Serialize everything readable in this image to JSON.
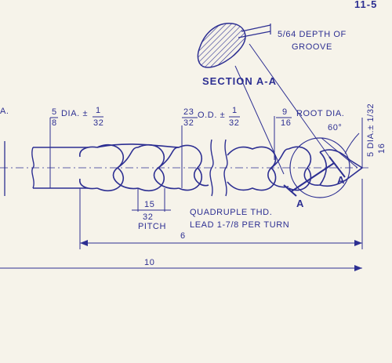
{
  "sheet": {
    "corner_mark": "11-5",
    "ink_color": "#2d2f92",
    "paper_color": "#f6f3ea"
  },
  "section": {
    "title": "SECTION A-A",
    "groove_note_1": "5/64 DEPTH OF",
    "groove_note_2": "GROOVE",
    "cut_letter_1": "A",
    "cut_letter_2": "A"
  },
  "dims": {
    "left_cut": "A.",
    "shank_num": "5",
    "shank_den": "8",
    "shank_tol": "DIA. ±",
    "shank_tol_num": "1",
    "shank_tol_den": "32",
    "od_num": "23",
    "od_den": "32",
    "od_tol": "O.D. ±",
    "od_tol_num": "1",
    "od_tol_den": "32",
    "root_num": "9",
    "root_den": "16",
    "root_label": "ROOT DIA.",
    "angle": "60°",
    "tip_dim": "5 DIA.± 1/32",
    "tip_den": "16",
    "pitch_num": "15",
    "pitch_den": "32",
    "pitch_label": "PITCH",
    "thread_note_1": "QUADRUPLE THD.",
    "thread_note_2": "LEAD 1-7/8 PER TURN",
    "len_6": "6",
    "len_10": "10"
  }
}
